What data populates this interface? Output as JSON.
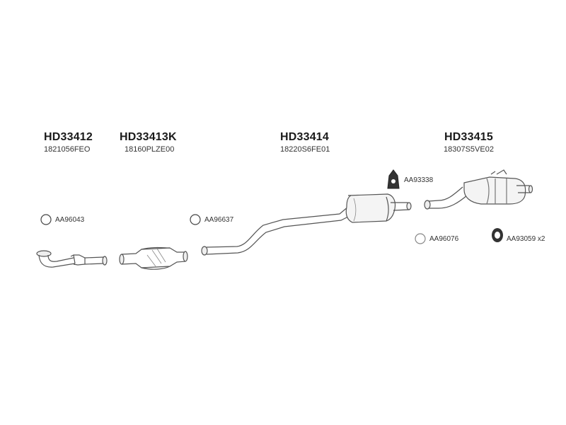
{
  "parts": [
    {
      "part_no": "HD33412",
      "oem_no": "1821056FEO"
    },
    {
      "part_no": "HD33413K",
      "oem_no": "18160PLZE00"
    },
    {
      "part_no": "HD33414",
      "oem_no": "18220S6FE01"
    },
    {
      "part_no": "HD33415",
      "oem_no": "18307S5VE02"
    }
  ],
  "accessories": [
    {
      "code": "AA96043",
      "icon": "gasket-ring-icon"
    },
    {
      "code": "AA96637",
      "icon": "gasket-ring-icon"
    },
    {
      "code": "AA93338",
      "icon": "rubber-hanger-icon"
    },
    {
      "code": "AA96076",
      "icon": "gasket-ring-icon"
    },
    {
      "code": "AA93059 x2",
      "icon": "rubber-mount-ring-icon"
    }
  ]
}
